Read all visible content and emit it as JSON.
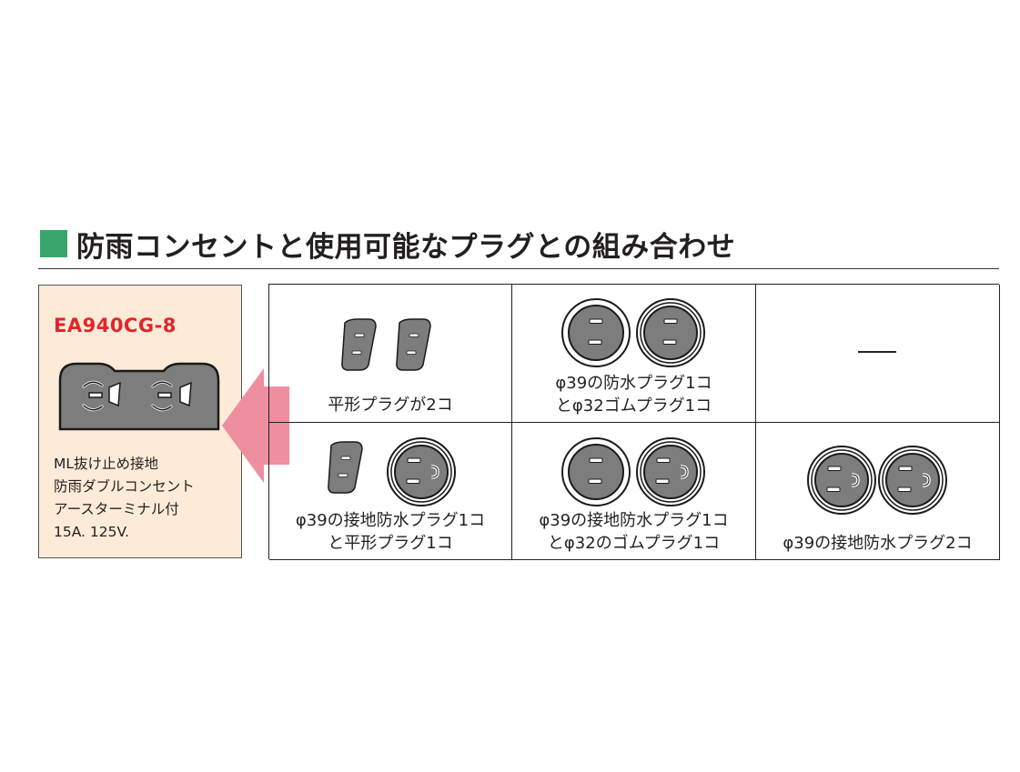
{
  "heading": {
    "title": "防雨コンセントと使用可能なプラグとの組み合わせ",
    "accent": "#3aa56a"
  },
  "product": {
    "model": "EA940CG-8",
    "model_color": "#e0262b",
    "background": "#fdebd8",
    "desc": [
      "ML抜け止め接地",
      "防雨ダブルコンセント",
      "アースターミナル付",
      "15A. 125V."
    ],
    "outlet_icon": "double-outlet-icon"
  },
  "arrow": {
    "icon": "left-arrow-icon",
    "color": "#ef8e9f"
  },
  "combinations": [
    {
      "lines": [
        "平形プラグが2コ"
      ],
      "icons": [
        "flat-plug-icon",
        "flat-plug-icon"
      ]
    },
    {
      "lines": [
        "φ39の防水プラグ1コ",
        "とφ32ゴムプラグ1コ"
      ],
      "icons": [
        "waterproof-plug-39-icon",
        "rubber-plug-32-icon"
      ]
    },
    {
      "lines": [
        "—"
      ],
      "icons": []
    },
    {
      "lines": [
        "φ39の接地防水プラグ1コ",
        "と平形プラグ1コ"
      ],
      "icons": [
        "flat-plug-icon",
        "grounded-waterproof-plug-39-icon"
      ]
    },
    {
      "lines": [
        "φ39の接地防水プラグ1コ",
        "とφ32のゴムプラグ1コ"
      ],
      "icons": [
        "rubber-plug-32-icon",
        "grounded-waterproof-plug-39-icon"
      ]
    },
    {
      "lines": [
        "φ39の接地防水プラグ2コ"
      ],
      "icons": [
        "grounded-waterproof-plug-39-icon",
        "grounded-waterproof-plug-39-icon"
      ]
    }
  ]
}
